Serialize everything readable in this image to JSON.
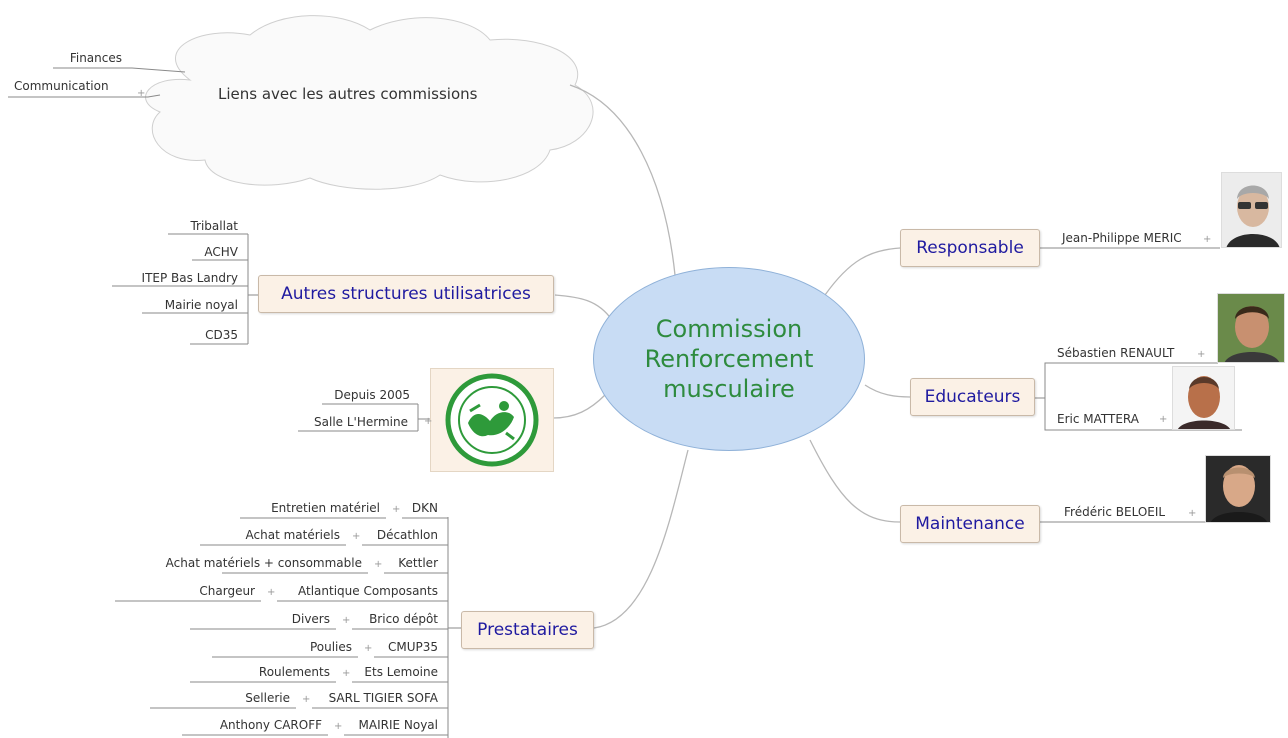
{
  "central": {
    "lines": [
      "Commission",
      "Renforcement",
      "musculaire"
    ]
  },
  "cloud": {
    "label": "Liens avec les autres commissions",
    "children": [
      "Finances",
      "Communication"
    ]
  },
  "autres": {
    "label": "Autres structures utilisatrices",
    "children": [
      "Triballat",
      "ACHV",
      "ITEP Bas Landry",
      "Mairie noyal",
      "CD35"
    ]
  },
  "logo": {
    "children": [
      "Depuis 2005",
      "Salle L'Hermine"
    ]
  },
  "prestataires": {
    "label": "Prestataires",
    "rows": [
      {
        "item": "Entretien matériel",
        "vendor": "DKN"
      },
      {
        "item": "Achat matériels",
        "vendor": "Décathlon"
      },
      {
        "item": "Achat matériels + consommable",
        "vendor": "Kettler"
      },
      {
        "item": "Chargeur",
        "vendor": "Atlantique Composants"
      },
      {
        "item": "Divers",
        "vendor": "Brico dépôt"
      },
      {
        "item": "Poulies",
        "vendor": "CMUP35"
      },
      {
        "item": "Roulements",
        "vendor": "Ets Lemoine"
      },
      {
        "item": "Sellerie",
        "vendor": "SARL TIGIER SOFA"
      },
      {
        "item": "Anthony CAROFF",
        "vendor": "MAIRIE Noyal"
      }
    ]
  },
  "responsable": {
    "label": "Responsable",
    "person": "Jean-Philippe MERIC"
  },
  "educateurs": {
    "label": "Educateurs",
    "people": [
      "Sébastien RENAULT",
      "Eric MATTERA"
    ]
  },
  "maintenance": {
    "label": "Maintenance",
    "person": "Frédéric BELOEIL"
  },
  "colors": {
    "topic_text": "#1f1aa0",
    "central_text": "#2e8b3e",
    "central_fill": "#c8dcf4",
    "topic_fill": "#fbf1e6",
    "line": "#b7b7b7"
  }
}
